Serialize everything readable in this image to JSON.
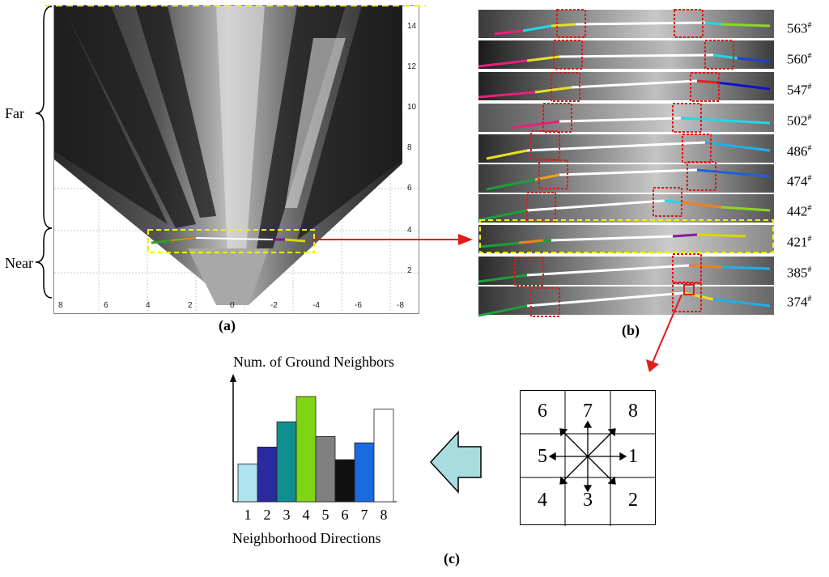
{
  "panel_a": {
    "caption": "(a)",
    "far_label": "Far",
    "near_label": "Near",
    "y_ticks": [
      "14",
      "12",
      "10",
      "8",
      "6",
      "4",
      "2"
    ],
    "x_ticks": [
      "8",
      "6",
      "4",
      "2",
      "0",
      "-2",
      "-4",
      "-6",
      "-8"
    ]
  },
  "panel_b": {
    "caption": "(b)",
    "frames": [
      "563",
      "560",
      "547",
      "502",
      "486",
      "474",
      "442",
      "421",
      "385",
      "374"
    ],
    "frame_suffix": "#"
  },
  "panel_c": {
    "caption": "(c)",
    "y_axis_title": "Num. of Ground Neighbors",
    "x_axis_title": "Neighborhood Directions",
    "chart_data": {
      "type": "bar",
      "categories": [
        "1",
        "2",
        "3",
        "4",
        "5",
        "6",
        "7",
        "8"
      ],
      "values": [
        0.36,
        0.52,
        0.76,
        1.0,
        0.62,
        0.4,
        0.56,
        0.88
      ],
      "colors": [
        "#aee3f0",
        "#2a2a9e",
        "#0f8f8f",
        "#7fd414",
        "#808080",
        "#111111",
        "#1a6ae0",
        "#ffffff"
      ]
    },
    "grid_numbers": [
      "6",
      "7",
      "8",
      "5",
      "",
      "1",
      "4",
      "3",
      "2"
    ],
    "arrow_color": "#a8dde0"
  }
}
